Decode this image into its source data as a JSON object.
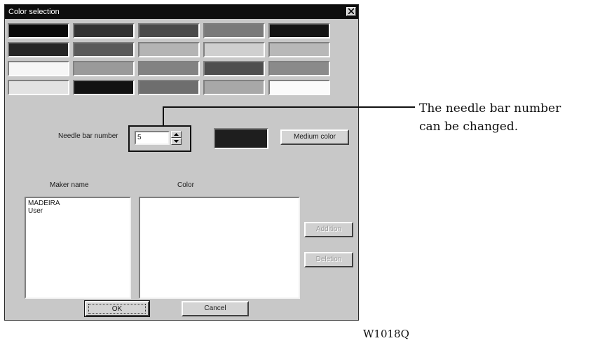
{
  "window": {
    "title": "Color selection",
    "close_icon": "close-icon"
  },
  "palette": {
    "rows": [
      [
        "#0a0a0a",
        "#323232",
        "#4a4a4a",
        "#7a7a7a",
        "#141414"
      ],
      [
        "#262626",
        "#5a5a5a",
        "#b4b4b4",
        "#cfcfcf",
        "#b8b8b8"
      ],
      [
        "#f6f6f6",
        "#9a9a9a",
        "#828282",
        "#4e4e4e",
        "#8a8a8a"
      ],
      [
        "#e2e2e2",
        "#121212",
        "#6e6e6e",
        "#a8a8a8",
        "#fbfbfb"
      ]
    ]
  },
  "needle_bar": {
    "label": "Needle bar number",
    "value": "5",
    "up_icon": "arrow-up-icon",
    "down_icon": "arrow-down-icon"
  },
  "color_preview": {
    "color": "#1e1e1e"
  },
  "buttons": {
    "medium_color": "Medium color",
    "addition": "Addition",
    "deletion": "Deletion",
    "ok": "OK",
    "cancel": "Cancel"
  },
  "maker_list": {
    "header": "Maker name",
    "items": [
      "MADEIRA",
      "User"
    ]
  },
  "color_list": {
    "header": "Color",
    "items": []
  },
  "annotation": {
    "line1": "The needle bar number",
    "line2": "can be changed."
  },
  "figure_code": "W1018Q"
}
